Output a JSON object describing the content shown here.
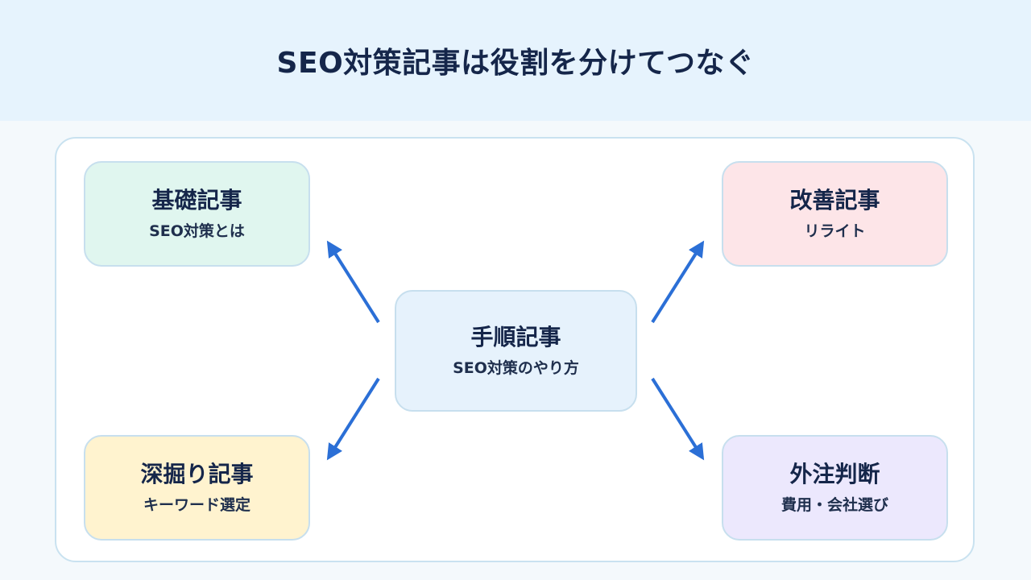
{
  "title": "SEO対策記事は役割を分けてつなぐ",
  "colors": {
    "arrow": "#2b6fd6",
    "basic_bg": "#e0f6ef",
    "improve_bg": "#fde5e8",
    "center_bg": "#e6f2fc",
    "deep_bg": "#fff3cf",
    "outsource_bg": "#ece8fd"
  },
  "nodes": {
    "center": {
      "title": "手順記事",
      "subtitle": "SEO対策のやり方"
    },
    "basic": {
      "title": "基礎記事",
      "subtitle": "SEO対策とは"
    },
    "improve": {
      "title": "改善記事",
      "subtitle": "リライト"
    },
    "deep": {
      "title": "深掘り記事",
      "subtitle": "キーワード選定"
    },
    "outsource": {
      "title": "外注判断",
      "subtitle": "費用・会社選び"
    }
  }
}
